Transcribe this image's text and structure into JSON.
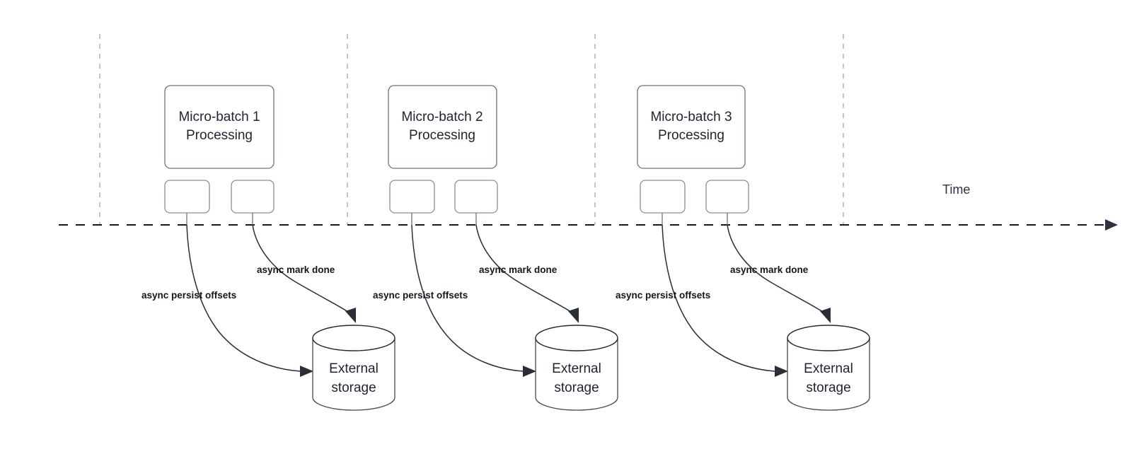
{
  "diagram": {
    "title_axis": "Time",
    "groups": [
      {
        "id": "group-1",
        "batch_label_line1": "Micro-batch 1",
        "batch_label_line2": "Processing",
        "persist_label": "async persist offsets",
        "mark_done_label": "async mark done",
        "storage_line1": "External",
        "storage_line2": "storage"
      },
      {
        "id": "group-2",
        "batch_label_line1": "Micro-batch 2",
        "batch_label_line2": "Processing",
        "persist_label": "async persist offsets",
        "mark_done_label": "async mark done",
        "storage_line1": "External",
        "storage_line2": "storage"
      },
      {
        "id": "group-3",
        "batch_label_line1": "Micro-batch 3",
        "batch_label_line2": "Processing",
        "persist_label": "async persist offsets",
        "mark_done_label": "async mark done",
        "storage_line1": "External",
        "storage_line2": "storage"
      }
    ],
    "colors": {
      "background": "#ffffff",
      "node_stroke": "#6b7280",
      "text": "#1f2430",
      "timeline": "#17191d",
      "tick": "#b6b8bd",
      "flow": "#2a2e36"
    }
  }
}
